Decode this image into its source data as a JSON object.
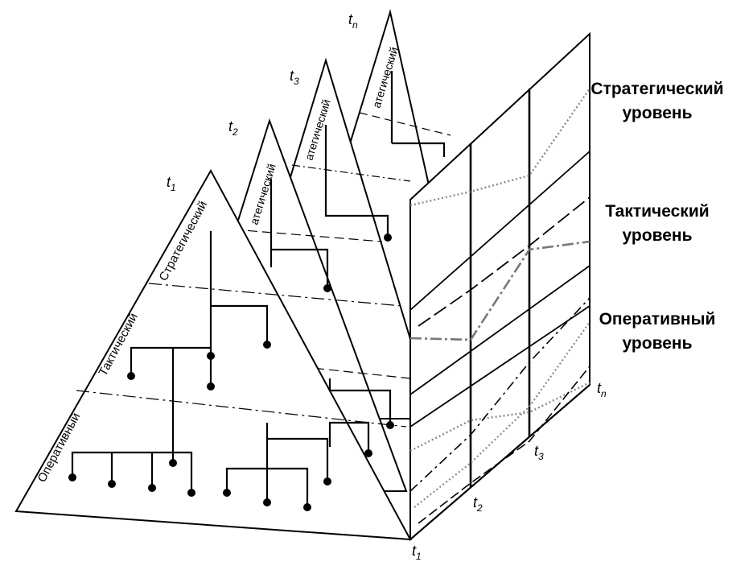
{
  "time_labels": {
    "pyramids": [
      "t",
      "t",
      "t",
      "t"
    ],
    "pyramid_subs": [
      "1",
      "2",
      "3",
      "n"
    ],
    "panel": [
      "t",
      "t",
      "t",
      "t"
    ],
    "panel_subs": [
      "1",
      "2",
      "3",
      "n"
    ]
  },
  "front_side_labels": {
    "strategic": "Стратегический",
    "tactical": "Тактический",
    "operative": "Оперативный"
  },
  "back_side_label": "атегический",
  "level_labels": {
    "strategic": [
      "Стратегический",
      "уровень"
    ],
    "tactical": [
      "Тактический",
      "уровень"
    ],
    "operative": [
      "Оперативный",
      "уровень"
    ]
  }
}
